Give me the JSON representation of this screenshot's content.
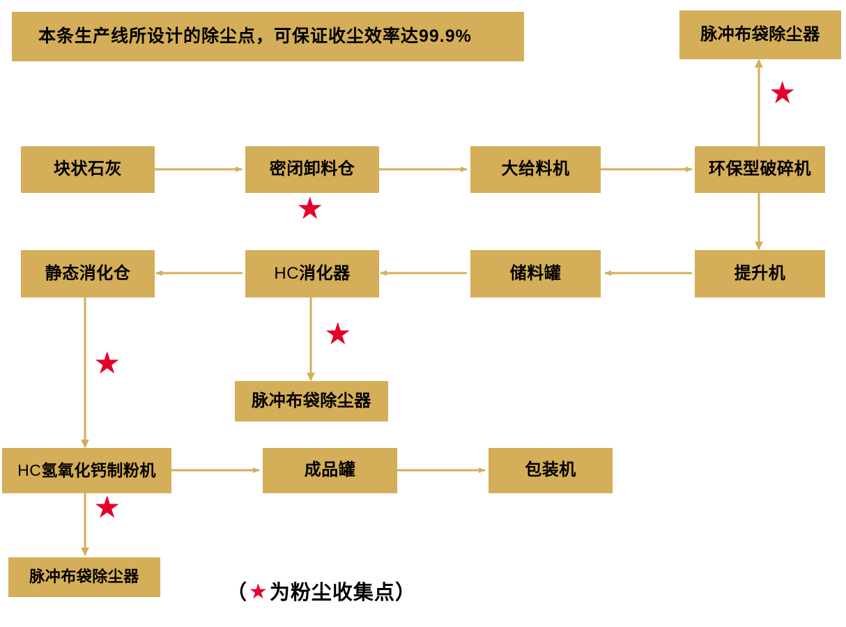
{
  "diagram": {
    "title_banner": {
      "text": "本条生产线所设计的除尘点，可保证收尘效率达99.9%"
    },
    "colors": {
      "node_fill": "#D4AE58",
      "arrow": "#D4AE58",
      "star": "#E4002B",
      "text": "#000000",
      "background": "#ffffff"
    },
    "nodes": [
      {
        "id": "dust-collector-top-right",
        "label": "脉冲布袋除尘器"
      },
      {
        "id": "lump-lime",
        "label": "块状石灰"
      },
      {
        "id": "sealed-discharge-bin",
        "label": "密闭卸料仓"
      },
      {
        "id": "large-feeder",
        "label": "大给料机"
      },
      {
        "id": "eco-crusher",
        "label": "环保型破碎机"
      },
      {
        "id": "static-digestion-bin",
        "label": "静态消化仓"
      },
      {
        "id": "hc-digester-prefix",
        "label": "HC"
      },
      {
        "id": "hc-digester-body",
        "label": "消化器"
      },
      {
        "id": "storage-tank",
        "label": "储料罐"
      },
      {
        "id": "elevator",
        "label": "提升机"
      },
      {
        "id": "dust-collector-middle",
        "label": "脉冲布袋除尘器"
      },
      {
        "id": "hc-powder-mill-prefix",
        "label": "HC"
      },
      {
        "id": "hc-powder-mill-body",
        "label": "氢氧化钙制粉机"
      },
      {
        "id": "finished-product-tank",
        "label": "成品罐"
      },
      {
        "id": "packaging-machine",
        "label": "包装机"
      },
      {
        "id": "dust-collector-bottom",
        "label": "脉冲布袋除尘器"
      }
    ],
    "stars": {
      "count": 5,
      "glyph": "★",
      "meaning": "粉尘收集点"
    },
    "legend": {
      "open_paren": "（",
      "star": "★",
      "text": "为粉尘收集点",
      "close_paren": "）"
    }
  }
}
